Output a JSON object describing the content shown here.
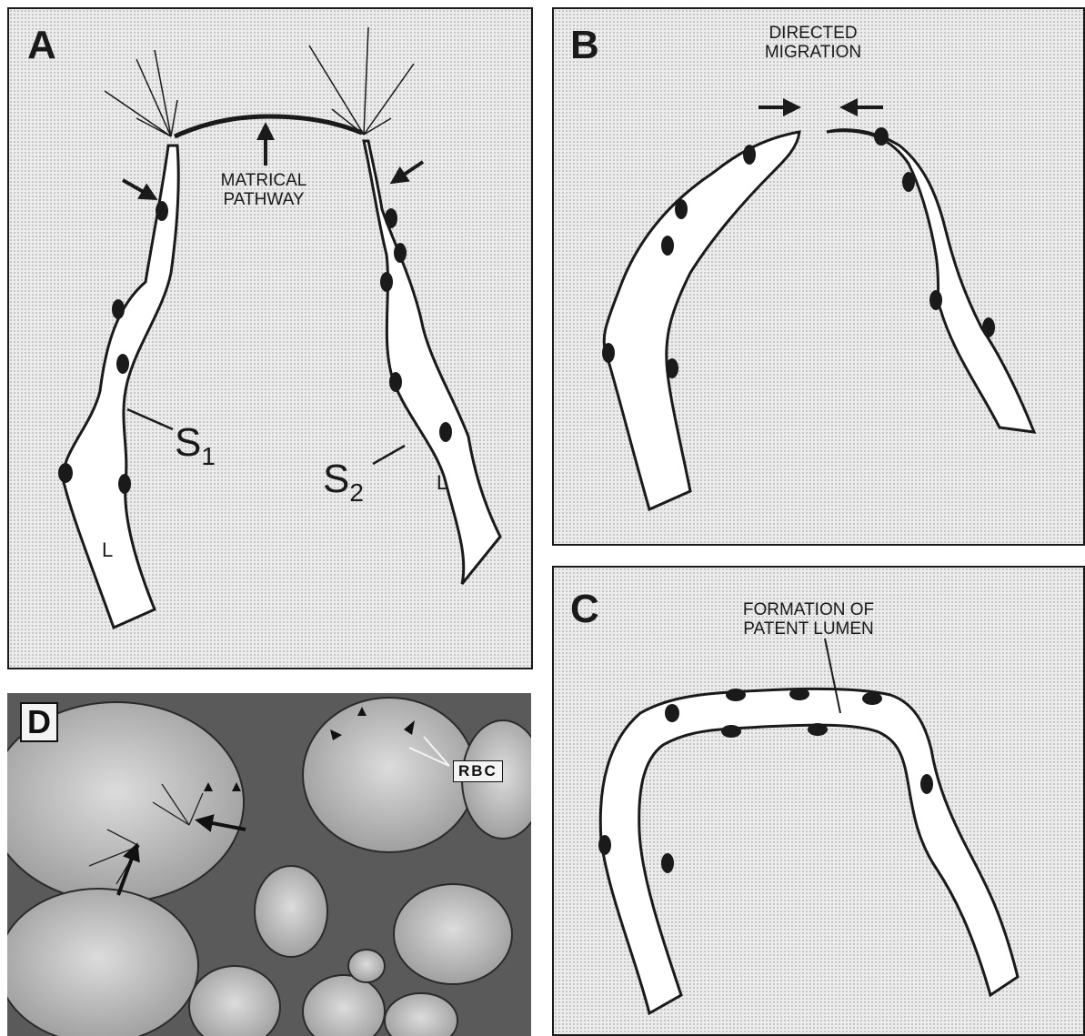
{
  "panels": {
    "a": {
      "label": "A",
      "caption": "MATRICAL\nPATHWAY",
      "sprout1": "S",
      "sprout1_sub": "1",
      "sprout2": "S",
      "sprout2_sub": "2",
      "lumen": "L"
    },
    "b": {
      "label": "B",
      "caption": "DIRECTED\nMIGRATION"
    },
    "c": {
      "label": "C",
      "caption": "FORMATION OF\nPATENT LUMEN"
    },
    "d": {
      "label": "D",
      "rbc_label": "RBC"
    }
  },
  "colors": {
    "ink": "#1a1a1a",
    "background": "#ececec",
    "lumen": "#ffffff",
    "nucleus": "#1a1a1a"
  }
}
